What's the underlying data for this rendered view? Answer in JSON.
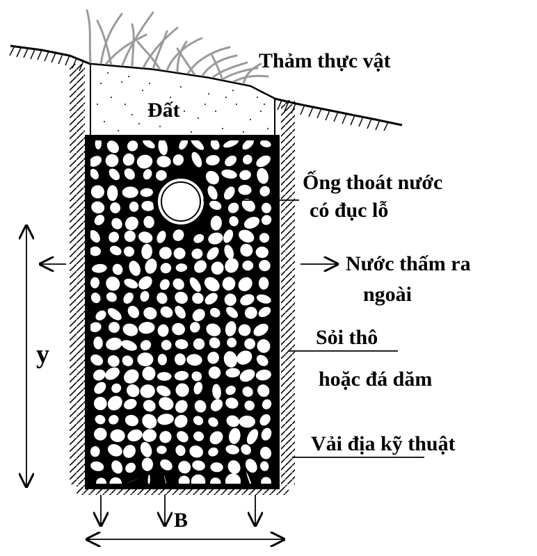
{
  "labels": {
    "vegetation": "Thảm thực vật",
    "soil": "Đất",
    "pipe_line1": "Ống thoát nước",
    "pipe_line2": "có đục lỗ",
    "seepage_line1": "Nước thấm ra",
    "seepage_line2": "ngoài",
    "gravel_line1": "Sỏi thô",
    "gravel_line2": "hoặc đá dăm",
    "geotextile": "Vải địa kỹ thuật",
    "depth": "y",
    "width": "B"
  },
  "colors": {
    "ink": "#000000",
    "paper": "#ffffff",
    "grass": "#9a9a9a"
  }
}
